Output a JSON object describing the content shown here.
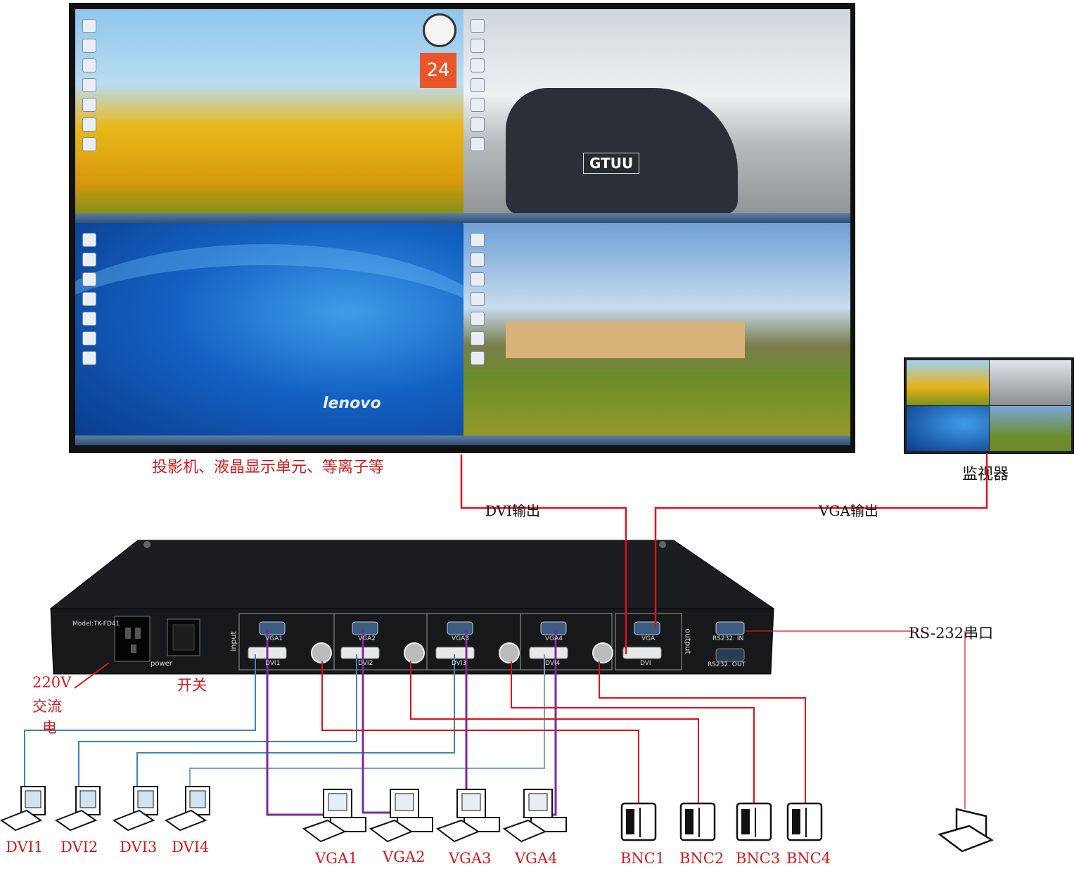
{
  "labels": {
    "display_caption": "投影机、液晶显示单元、等离子等",
    "monitor": "监视器",
    "dvi_out": "DVI输出",
    "vga_out": "VGA输出",
    "rs232": "RS-232串口",
    "power_line1": "220V",
    "power_line2": "交流",
    "power_line3": "电",
    "switch": "开关"
  },
  "screen": {
    "calendar_day": "24",
    "brand": "lenovo",
    "watermark": "GTUU"
  },
  "device": {
    "model": "Model:TK-FD41",
    "power": "power",
    "input": "input",
    "output": "output",
    "ports": {
      "vga1": "VGA1",
      "dvi1": "DVI1",
      "vga2": "VGA2",
      "dvi2": "DVI2",
      "vga3": "VGA3",
      "dvi3": "DVI3",
      "vga4": "VGA4",
      "dvi4": "DVI4",
      "out_vga": "VGA",
      "out_dvi": "DVI",
      "rs232_in": "RS232. IN",
      "rs232_out": "RS232. OUT"
    }
  },
  "sources": {
    "dvi": [
      "DVI1",
      "DVI2",
      "DVI3",
      "DVI4"
    ],
    "vga": [
      "VGA1",
      "VGA2",
      "VGA3",
      "VGA4"
    ],
    "bnc": [
      "BNC1",
      "BNC2",
      "BNC3",
      "BNC4"
    ]
  },
  "colors": {
    "red_line": "#e0101a",
    "purple_line": "#7b2a9e",
    "blue_line": "#3c86b8",
    "label_red": "#d21b1b"
  }
}
